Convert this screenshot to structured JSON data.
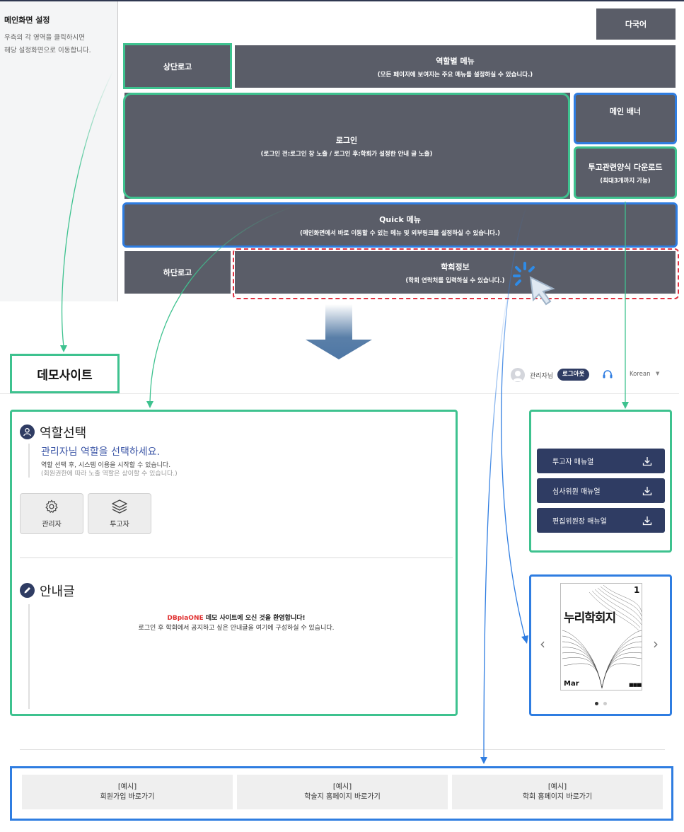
{
  "settings_panel": {
    "title": "메인화면 설정",
    "description": "우측의 각 영역을 클릭하시면\n해당 설정화면으로 이동합니다."
  },
  "diagram": {
    "multilang": {
      "title": "다국어"
    },
    "top_logo": {
      "title": "상단로고"
    },
    "role_menu": {
      "title": "역할별 메뉴",
      "subtitle": "(모든 페이지에 보여지는 주요 메뉴를 설정하실 수 있습니다.)"
    },
    "login": {
      "title": "로그인",
      "subtitle": "(로그인 전:로그인 창 노출 / 로그인 후:학회가 설정한 안내 글 노출)"
    },
    "main_banner": {
      "title": "메인 배너"
    },
    "forms_download": {
      "title": "투고관련양식 다운로드",
      "subtitle": "(최대3개까지 가능)"
    },
    "quick_menu": {
      "title": "Quick 메뉴",
      "subtitle": "(메인화면에서 바로 이동할 수 있는 메뉴 및 외부링크를 설정하실 수 있습니다.)"
    },
    "bottom_logo": {
      "title": "하단로고"
    },
    "society_info": {
      "title": "학회정보",
      "subtitle": "(학회 연락처를 입력하실 수 있습니다.)"
    }
  },
  "demo": {
    "label": "데모사이트",
    "header": {
      "user_name": "관리자님",
      "logout_label": "로그아웃",
      "language": "Korean"
    },
    "role_section": {
      "title": "역할선택",
      "welcome": "관리자님 역할을 선택하세요.",
      "desc1": "역할 선택 후, 시스템 이용을 시작할 수 있습니다.",
      "desc2": "(회원권한에 따라 노출 역할은 상이할 수 있습니다.)",
      "buttons": [
        {
          "label": "관리자",
          "icon": "gear-icon"
        },
        {
          "label": "투고자",
          "icon": "layers-icon"
        }
      ]
    },
    "notice_section": {
      "title": "안내글",
      "brand": "DBpiaONE",
      "line1_rest": " 데모 사이트에 오신 것을 환영합니다!",
      "line2": "로그인 후 학회에서 공지하고 싶은 안내글을 여기에 구성하실 수 있습니다."
    },
    "manuals": [
      {
        "label": "투고자 매뉴얼"
      },
      {
        "label": "심사위원 매뉴얼"
      },
      {
        "label": "편집위원장 매뉴얼"
      }
    ],
    "banner": {
      "journal_title": "누리학회지",
      "issue_number": "1",
      "month": "Mar",
      "active_slide": 1,
      "total_slides": 2
    },
    "quick_links": [
      {
        "tag": "[예시]",
        "label": "회원가입 바로가기"
      },
      {
        "tag": "[예시]",
        "label": "학술지 홈페이지 바로가기"
      },
      {
        "tag": "[예시]",
        "label": "학회 홈페이지 바로가기"
      }
    ]
  },
  "colors": {
    "block": "#5a5d68",
    "green_highlight": "#3ec28f",
    "blue_highlight": "#2f7de1",
    "red_highlight": "#e03040",
    "navy": "#2f3c63"
  }
}
